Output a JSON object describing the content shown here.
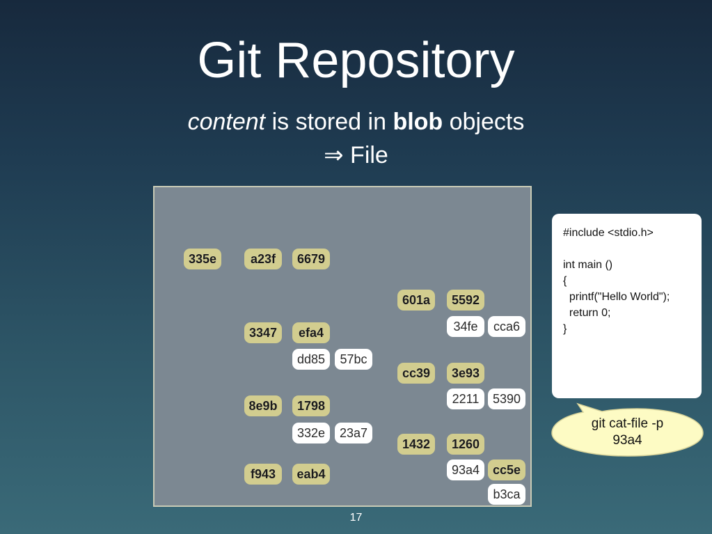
{
  "slide": {
    "title": "Git Repository",
    "subtitle": {
      "italic": "content",
      "text1": " is stored in ",
      "bold": "blob",
      "text2": " objects"
    },
    "subtitle2": "⇒ File",
    "page_number": "17"
  },
  "objects": [
    {
      "id": "335e",
      "kind": "dark"
    },
    {
      "id": "a23f",
      "kind": "dark"
    },
    {
      "id": "6679",
      "kind": "dark"
    },
    {
      "id": "601a",
      "kind": "dark"
    },
    {
      "id": "5592",
      "kind": "dark"
    },
    {
      "id": "34fe",
      "kind": "light"
    },
    {
      "id": "cca6",
      "kind": "light"
    },
    {
      "id": "3347",
      "kind": "dark"
    },
    {
      "id": "efa4",
      "kind": "dark"
    },
    {
      "id": "dd85",
      "kind": "light"
    },
    {
      "id": "57bc",
      "kind": "light"
    },
    {
      "id": "cc39",
      "kind": "dark"
    },
    {
      "id": "3e93",
      "kind": "dark"
    },
    {
      "id": "2211",
      "kind": "light"
    },
    {
      "id": "5390",
      "kind": "light"
    },
    {
      "id": "8e9b",
      "kind": "dark"
    },
    {
      "id": "1798",
      "kind": "dark"
    },
    {
      "id": "332e",
      "kind": "light"
    },
    {
      "id": "23a7",
      "kind": "light"
    },
    {
      "id": "1432",
      "kind": "dark"
    },
    {
      "id": "1260",
      "kind": "dark"
    },
    {
      "id": "93a4",
      "kind": "light"
    },
    {
      "id": "cc5e",
      "kind": "dark"
    },
    {
      "id": "f943",
      "kind": "dark"
    },
    {
      "id": "eab4",
      "kind": "dark"
    },
    {
      "id": "b3ca",
      "kind": "light"
    }
  ],
  "code": {
    "lines": [
      "#include <stdio.h>",
      "",
      "int main ()",
      "{",
      "  printf(\"Hello World\");",
      "  return 0;",
      "}"
    ]
  },
  "callout": {
    "line1": "git cat-file -p",
    "line2": "93a4"
  },
  "colors": {
    "panel": "#7c8892",
    "object_dark": "#d2cd8f",
    "object_light": "#ffffff",
    "callout": "#fdfbc4"
  }
}
